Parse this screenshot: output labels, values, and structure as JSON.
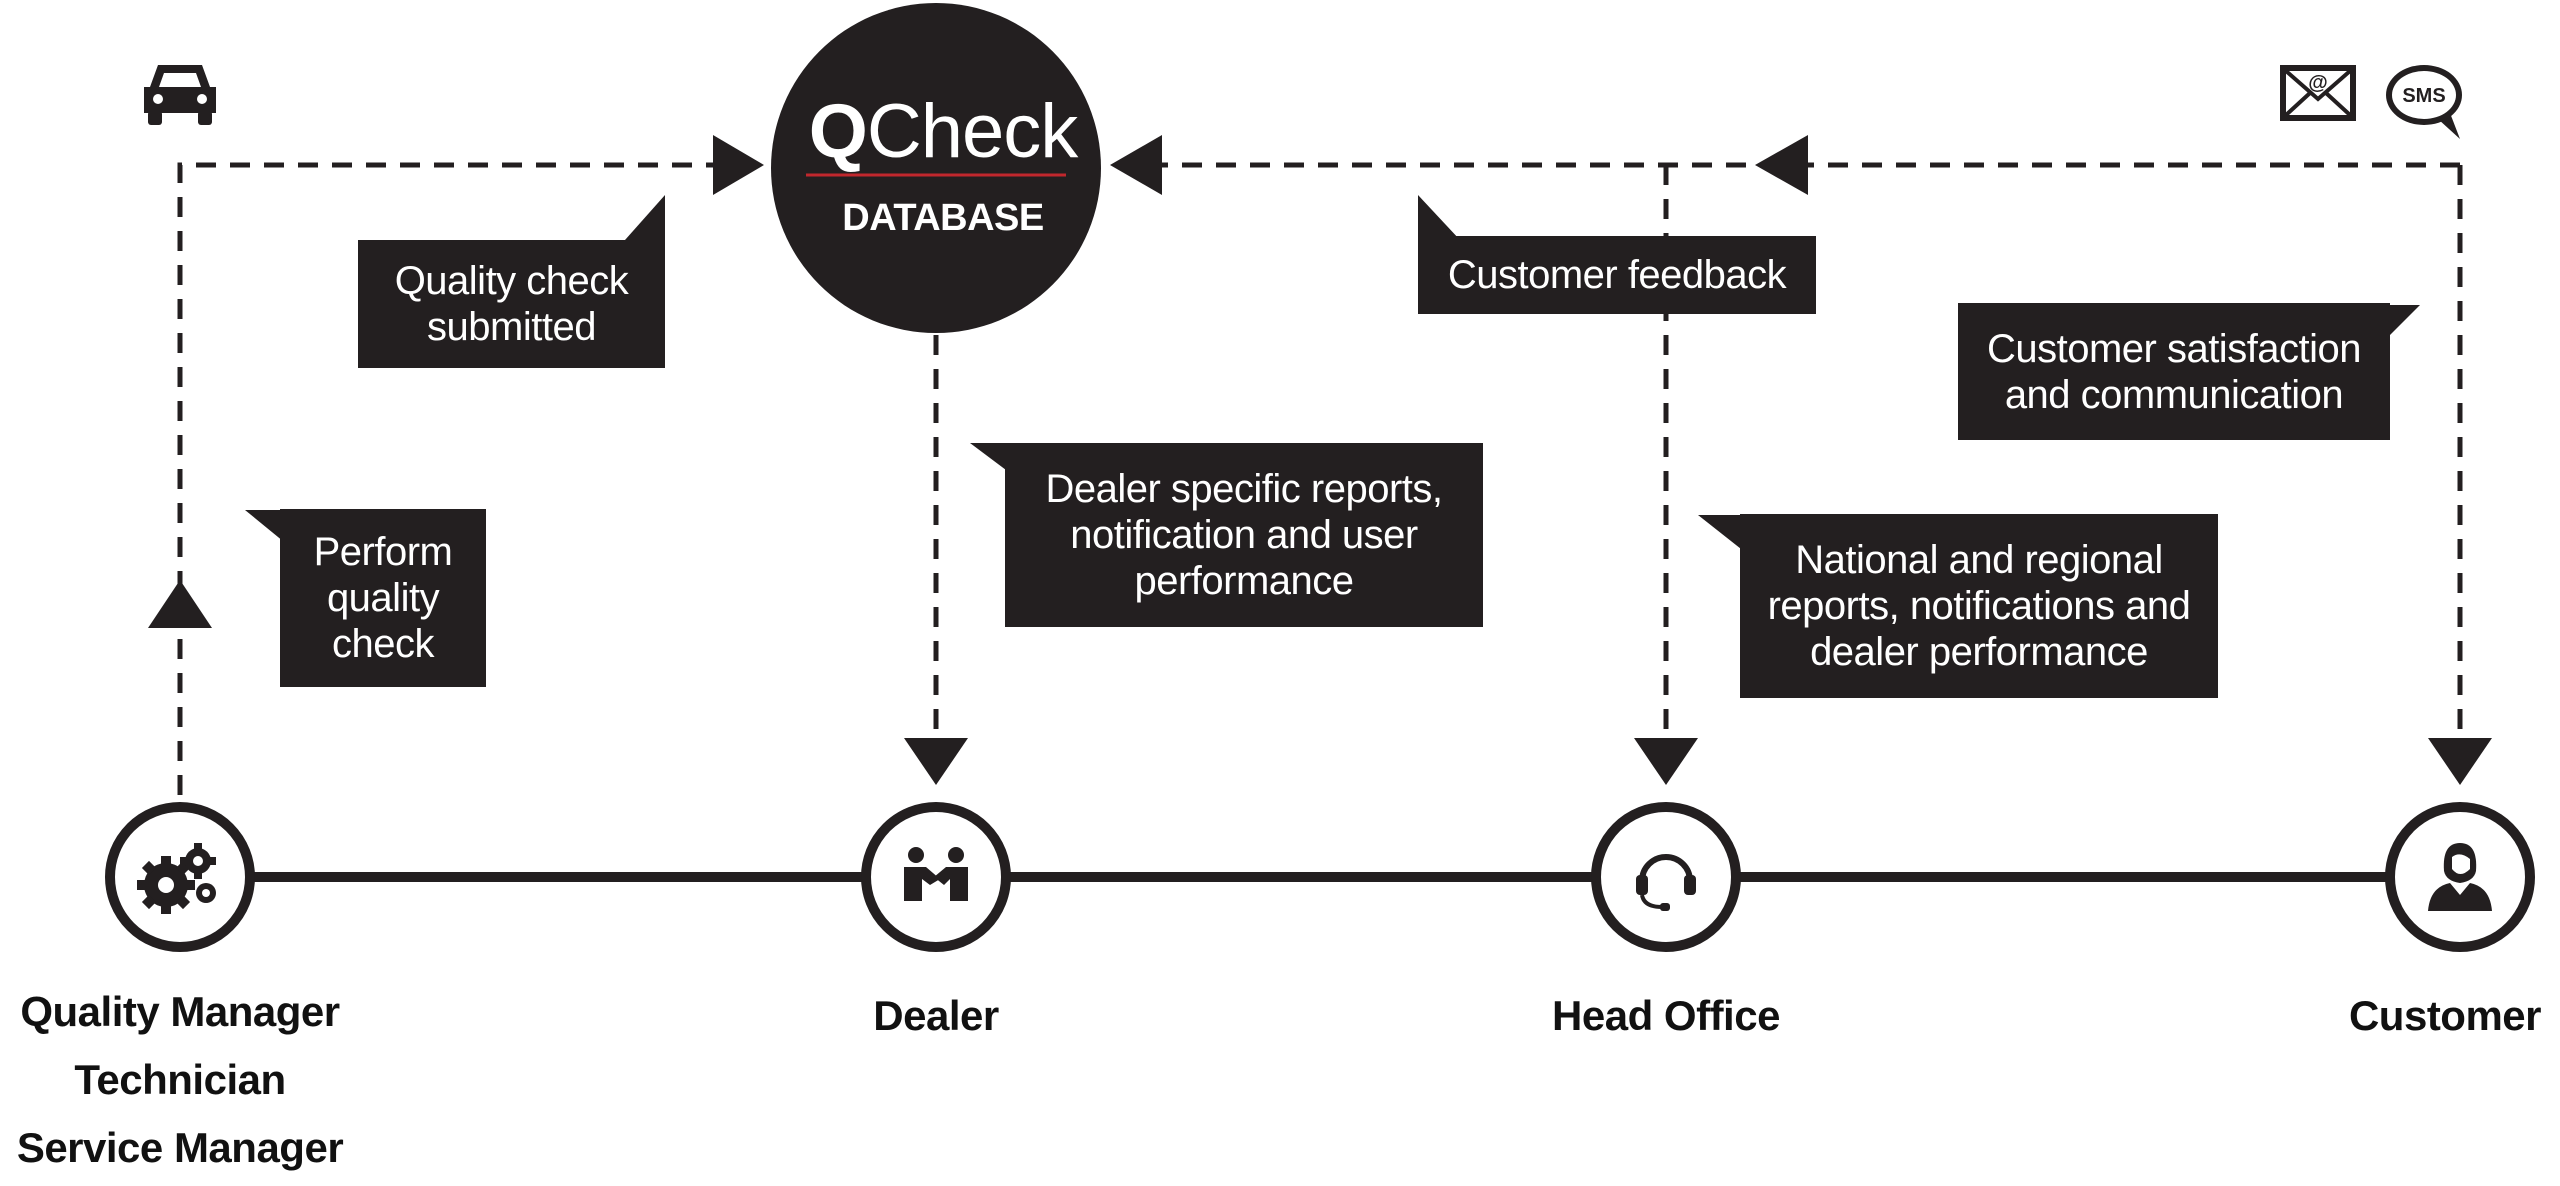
{
  "database": {
    "brand_bold": "Q",
    "brand_rest": "Check",
    "subtitle": "DATABASE"
  },
  "callouts": {
    "quality_check_submitted": [
      "Quality check",
      "submitted"
    ],
    "perform_quality_check": [
      "Perform",
      "quality",
      "check"
    ],
    "dealer_reports": [
      "Dealer specific reports,",
      "notification and user",
      "performance"
    ],
    "customer_feedback": [
      "Customer feedback"
    ],
    "national_reports": [
      "National and regional",
      "reports, notifications and",
      "dealer performance"
    ],
    "customer_satisfaction": [
      "Customer satisfaction",
      "and communication"
    ]
  },
  "nodes": {
    "quality_manager": [
      "Quality Manager",
      "Technician",
      "Service Manager"
    ],
    "dealer": [
      "Dealer"
    ],
    "head_office": [
      "Head Office"
    ],
    "customer": [
      "Customer"
    ]
  },
  "icons": {
    "car": "car-icon",
    "email": "email-icon",
    "sms": "sms-icon",
    "sms_text": "SMS",
    "email_text": "@",
    "gears": "gears-icon",
    "handshake": "handshake-icon",
    "headset": "headset-icon",
    "customer": "person-icon"
  },
  "colors": {
    "ink": "#231f20",
    "accent": "#c1272d",
    "background": "#ffffff"
  }
}
